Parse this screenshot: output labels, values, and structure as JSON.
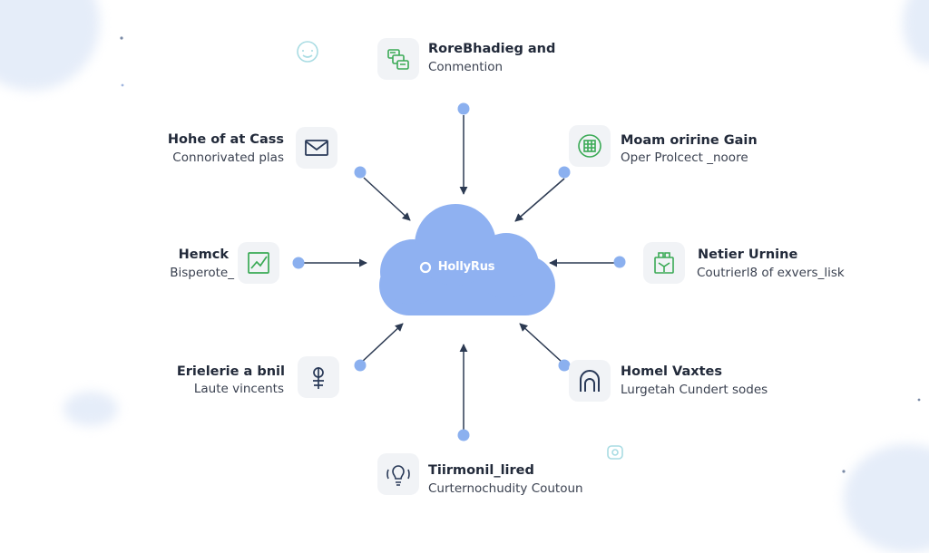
{
  "center": {
    "label": "HollyRus"
  },
  "nodes": [
    {
      "id": "top",
      "title": "RoreBhadieg and",
      "subtitle": "Conmention",
      "icon": "document-stack-icon"
    },
    {
      "id": "upper-left",
      "title": "Hohe of at Cass",
      "subtitle": "Connorivated plas",
      "icon": "mail-icon"
    },
    {
      "id": "upper-right",
      "title": "Moam oririne Gain",
      "subtitle": "Oper Prolcect _noore",
      "icon": "grid-badge-icon"
    },
    {
      "id": "left",
      "title": "Hemck",
      "subtitle": "Bisperote_",
      "icon": "trend-chart-icon"
    },
    {
      "id": "right",
      "title": "Netier Urnine",
      "subtitle": "Coutrierl8 of exvers_lisk",
      "icon": "package-icon"
    },
    {
      "id": "lower-left",
      "title": "Erielerie a bnil",
      "subtitle": "Laute vincents",
      "icon": "tuning-fork-icon"
    },
    {
      "id": "lower-right",
      "title": "Homel Vaxtes",
      "subtitle": "Lurgetah Cundert sodes",
      "icon": "arch-icon"
    },
    {
      "id": "bottom",
      "title": "Tiirmonil_lired",
      "subtitle": "Curternochudity Coutoun",
      "icon": "signal-bulb-icon"
    }
  ],
  "colors": {
    "cloud": "#8fb1f1",
    "dot": "#8bb0ef",
    "line": "#2c3a52",
    "green": "#3aaa55",
    "navy": "#2a3a58"
  }
}
